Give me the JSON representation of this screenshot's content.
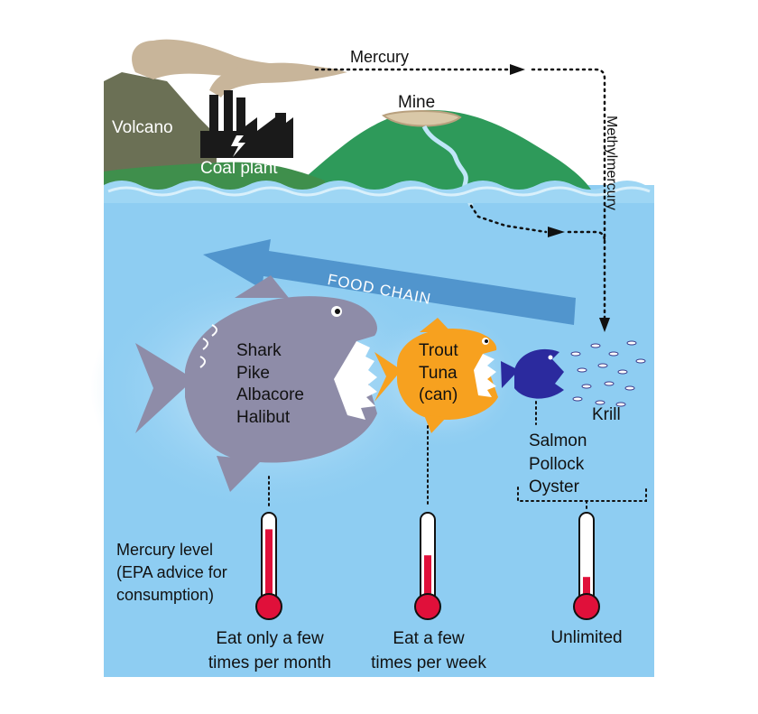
{
  "labels": {
    "mercury": "Mercury",
    "methylmercury": "Methylmercury",
    "mine": "Mine",
    "volcano": "Volcano",
    "coal_plant": "Coal plant",
    "food_chain": "FOOD CHAIN",
    "krill": "Krill"
  },
  "fish_groups": [
    {
      "species": [
        "Shark",
        "Pike",
        "Albacore",
        "Halibut"
      ],
      "advice": "Eat only a few times per month",
      "advice_lines": [
        "Eat only a few",
        "times per month"
      ],
      "mercury_level": 0.85
    },
    {
      "species": [
        "Trout",
        "Tuna",
        "(can)"
      ],
      "advice": "Eat a few times per week",
      "advice_lines": [
        "Eat a few",
        "times per week"
      ],
      "mercury_level": 0.55
    },
    {
      "species": [
        "Salmon",
        "Pollock",
        "Oyster"
      ],
      "advice": "Unlimited",
      "advice_lines": [
        "Unlimited"
      ],
      "mercury_level": 0.3
    }
  ],
  "legend": {
    "lines": [
      "Mercury level",
      "(EPA advice for",
      "consumption)"
    ]
  },
  "colors": {
    "sky": "#ffffff",
    "water": "#8ecdf2",
    "water_light": "#c4e6f9",
    "volcano": "#6b7055",
    "hill": "#2e9a5a",
    "land": "#3f8f4c",
    "smoke": "#c8b59a",
    "food_chain_arrow": "#4a8fc9",
    "big_fish": "#8e8ca8",
    "mid_fish": "#f7a11f",
    "small_fish": "#2b2a9e",
    "thermo_fill": "#e0103a"
  }
}
